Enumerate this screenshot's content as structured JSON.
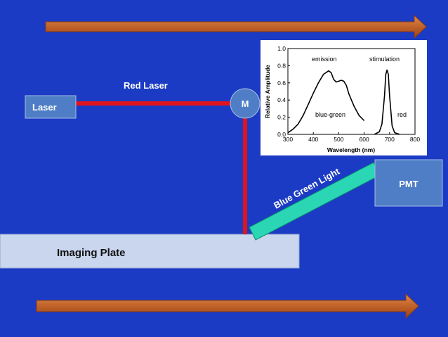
{
  "diagram": {
    "laser_label": "Laser",
    "mirror_label": "M",
    "pmt_label": "PMT",
    "plate_label": "Imaging Plate",
    "red_beam_label": "Red Laser",
    "blue_beam_label": "Blue Green Light"
  },
  "colors": {
    "background": "#1b3bc4",
    "red_beam": "#e0141c",
    "blue_green_beam": "#2ad6b4",
    "box_fill": "#4f7ec6",
    "plate_fill": "#c9d6ee",
    "arrow_fill": "#c0622a",
    "label_text": "#ffffff"
  },
  "chart_data": {
    "type": "line",
    "xlabel": "Wavelength (nm)",
    "ylabel": "Relative Amplitude",
    "xlim": [
      300,
      800
    ],
    "ylim": [
      0,
      1.0
    ],
    "x_ticks": [
      "300",
      "400",
      "500",
      "600",
      "700",
      "800"
    ],
    "y_ticks": [
      "0.0",
      "0.2",
      "0.4",
      "0.6",
      "0.8",
      "1.0"
    ],
    "annotations": [
      "emission",
      "stimulation",
      "blue-green",
      "red"
    ],
    "series": [
      {
        "x": [
          300,
          320,
          340,
          360,
          380,
          400,
          420,
          440,
          460,
          470,
          480,
          490,
          500,
          510,
          520,
          530,
          540,
          560,
          580,
          600
        ],
        "values": [
          0.02,
          0.06,
          0.12,
          0.22,
          0.35,
          0.48,
          0.6,
          0.7,
          0.74,
          0.72,
          0.64,
          0.61,
          0.62,
          0.63,
          0.62,
          0.57,
          0.47,
          0.33,
          0.22,
          0.16
        ]
      },
      {
        "x": [
          640,
          660,
          670,
          680,
          685,
          690,
          695,
          700,
          710,
          720,
          740
        ],
        "values": [
          0.0,
          0.03,
          0.12,
          0.45,
          0.7,
          0.75,
          0.7,
          0.45,
          0.1,
          0.02,
          0.0
        ]
      }
    ]
  }
}
